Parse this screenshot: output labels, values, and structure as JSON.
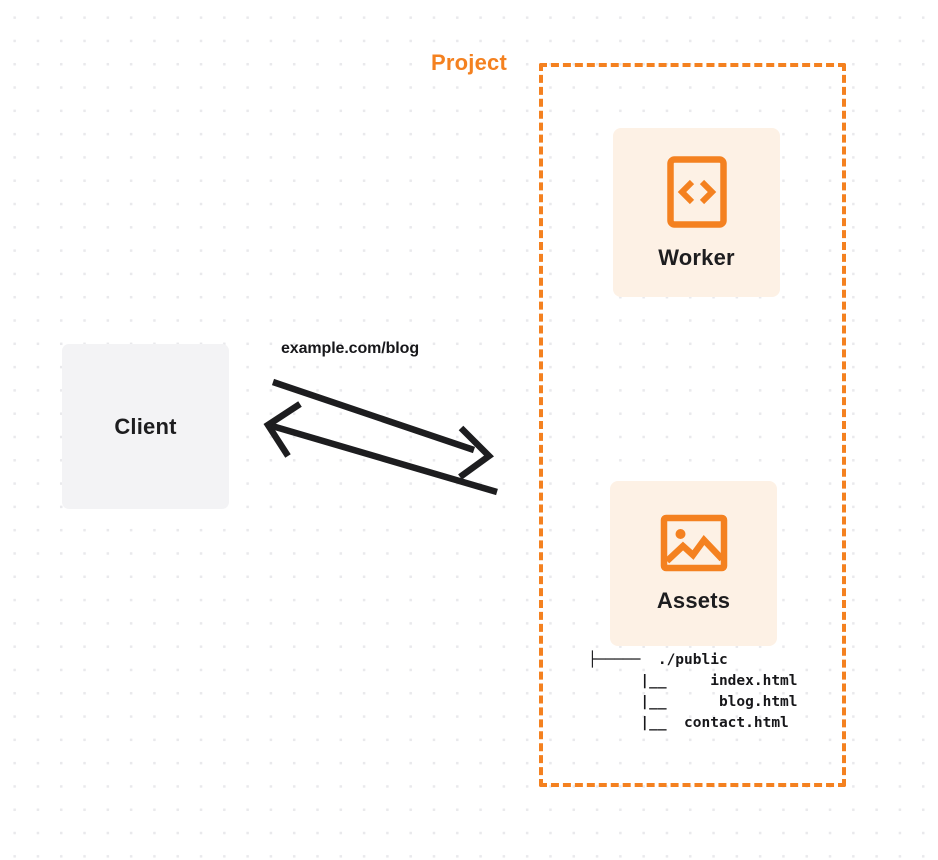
{
  "diagram": {
    "title": "Client to Project request flow",
    "colors": {
      "accent_orange": "#f48120",
      "card_background": "#fdf1e5",
      "client_background": "#f3f3f5",
      "text_dark": "#1d1d1f",
      "canvas_background": "#ffffff",
      "dot_grid": "#e9e9ec"
    },
    "client": {
      "label": "Client"
    },
    "connection": {
      "request_label": "example.com/blog",
      "request_direction": "client-to-project",
      "response_direction": "project-to-client"
    },
    "project": {
      "label": "Project",
      "border_style": "dashed",
      "nodes": [
        {
          "label": "Worker",
          "icon": "code-brackets-icon"
        },
        {
          "label": "Assets",
          "icon": "image-icon"
        }
      ],
      "file_tree": {
        "lines": [
          "├─────  ./public",
          "      |__     index.html",
          "      |__      blog.html",
          "      |__  contact.html"
        ],
        "root": "./public",
        "files": [
          "index.html",
          "blog.html",
          "contact.html"
        ]
      }
    }
  }
}
